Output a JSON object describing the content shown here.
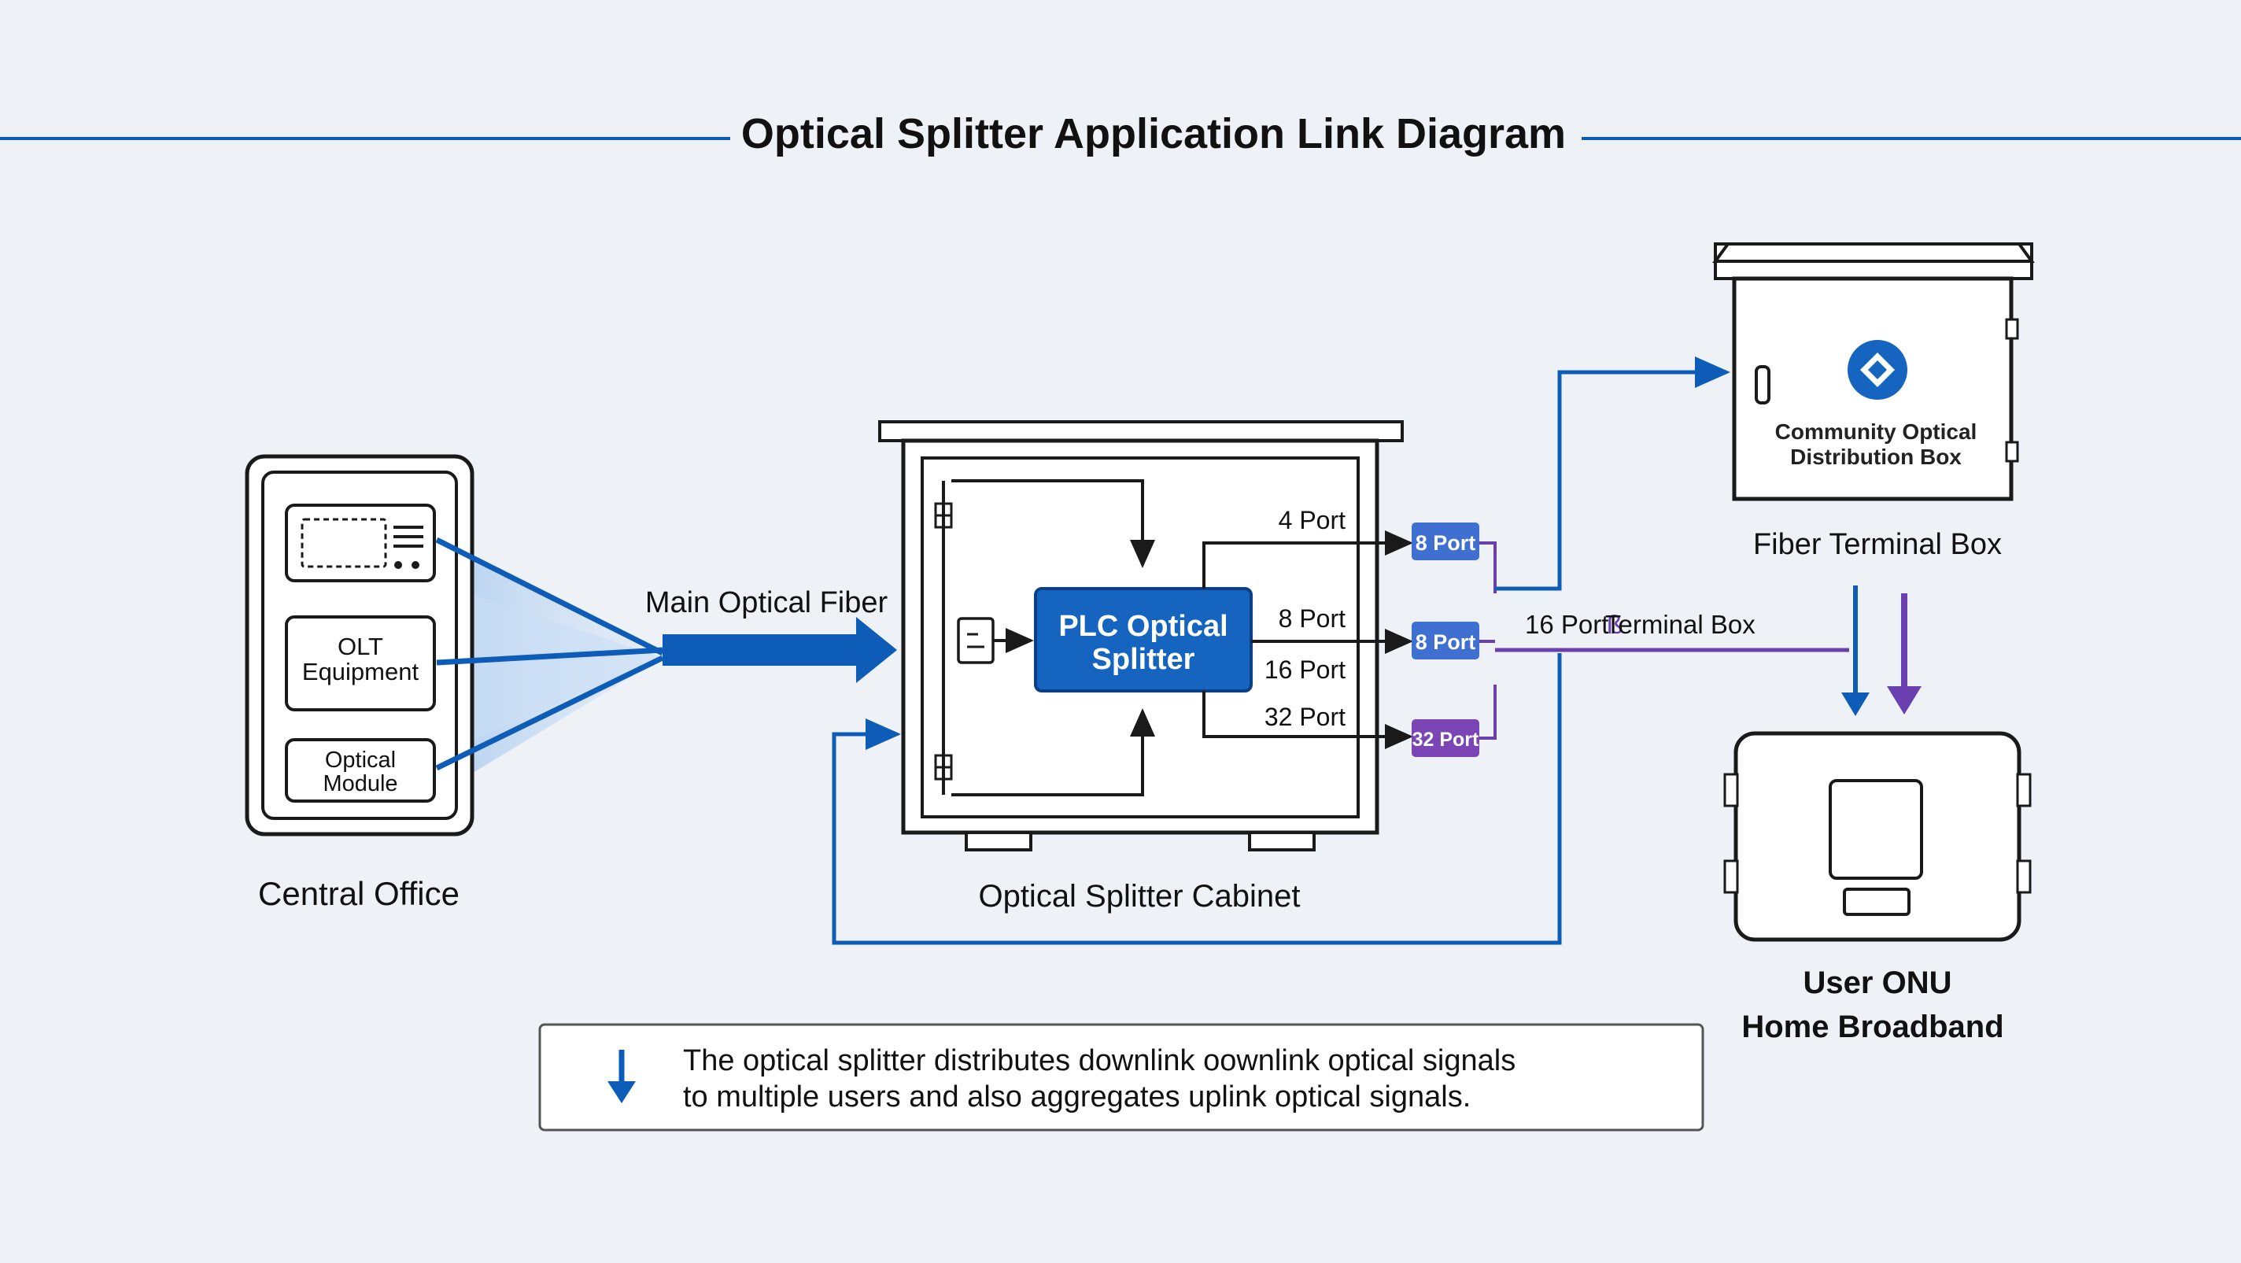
{
  "title": "Optical Splitter Application Link Diagram",
  "colors": {
    "background": "#eef1f6",
    "line_dark": "#1a1a1a",
    "blue": "#0d5db8",
    "blue_splitter": "#1565c0",
    "purple": "#6a3fb0",
    "badge_blue": "#3f6fd1",
    "badge_purple": "#7b45b5",
    "fan_light": "#b9d4f2"
  },
  "central_office": {
    "label": "Central Office",
    "olt": "OLT\nEquipment",
    "optical_module": "Optical\nModule"
  },
  "main_fiber_label": "Main Optical Fiber",
  "cabinet": {
    "label": "Optical Splitter Cabinet",
    "splitter_label": "PLC Optical\nSplitter",
    "port_labels": [
      "4 Port",
      "8 Port",
      "16 Port",
      "32 Port"
    ]
  },
  "badges": [
    "8 Port",
    "8 Port",
    "32 Port"
  ],
  "sixteen_port_label": "16 Port",
  "sixteen_port_overlap": "Terminal Box",
  "sixteen_port_glitch": "ß",
  "distribution_box": {
    "label": "Community Optical\nDistribution Box"
  },
  "fiber_terminal_label": "Fiber Terminal Box",
  "onu": {
    "label_line1": "User ONU",
    "label_line2": "Home Broadband"
  },
  "note": {
    "line1": "The optical splitter distributes downlink oownlink optical signals",
    "line2": "to multiple users and also aggregates uplink optical signals."
  }
}
